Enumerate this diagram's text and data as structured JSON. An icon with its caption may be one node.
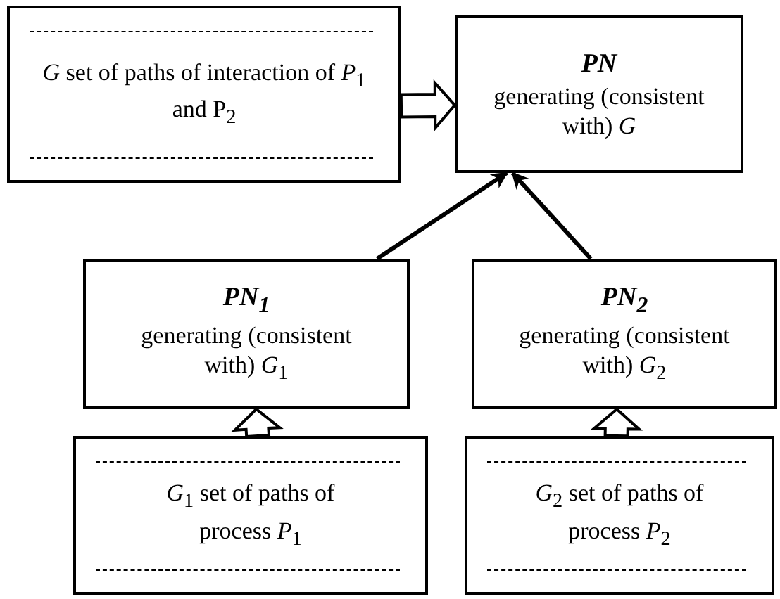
{
  "diagram": {
    "nodes": [
      {
        "text": [
          "*G* set of paths of interaction of  *P*$_{1}$ and P$_{2}$"
        ]
      },
      {
        "text": [
          "PN",
          "generating (consistent with) *G*"
        ]
      },
      {
        "text": [
          "PN$_{1}$",
          "generating (consistent with) *G*$_{1}$"
        ]
      },
      {
        "text": [
          "PN$_{2}$",
          "generating (consistent with) *G*$_{2}$"
        ]
      },
      {
        "text": [
          "*G*$_{1}$ set of paths of process *P*$_{1}$"
        ]
      },
      {
        "text": [
          "*G*$_{2}$ set of paths of process *P*$_{2}$"
        ]
      }
    ],
    "edges": [
      {
        "from": 0,
        "to": 1,
        "arrow": "to",
        "style": "thick"
      },
      {
        "from": 2,
        "to": 1,
        "arrow": "to"
      },
      {
        "from": 3,
        "to": 1,
        "arrow": "to"
      },
      {
        "from": 4,
        "to": 2,
        "arrow": "to",
        "style": "thick"
      },
      {
        "from": 5,
        "to": 3,
        "arrow": "to",
        "style": "thick"
      }
    ]
  }
}
